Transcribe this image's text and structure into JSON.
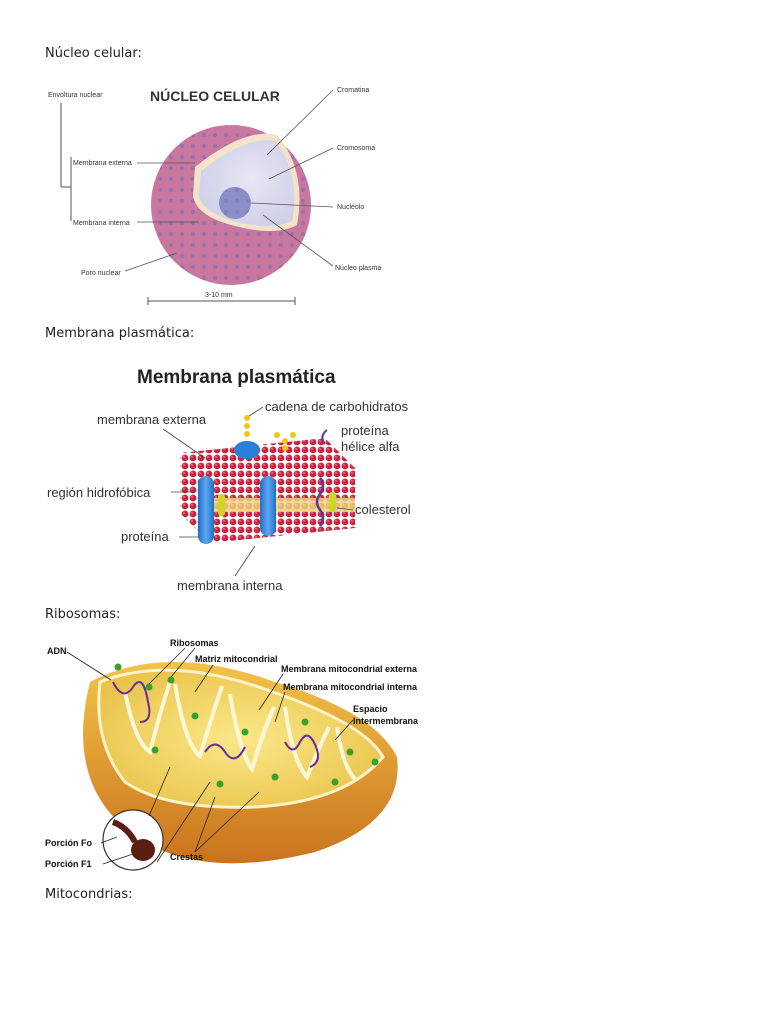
{
  "sections": [
    {
      "heading": "Núcleo celular:"
    },
    {
      "heading": "Membrana plasmática:"
    },
    {
      "heading": "Ribosomas:"
    },
    {
      "heading": "Mitocondrias:"
    }
  ],
  "nucleus": {
    "title": "NÚCLEO CELULAR",
    "labels": {
      "envoltura": "Envoltura nuclear",
      "externa": "Membrana externa",
      "interna": "Membrana interna",
      "poro": "Poro nuclear",
      "cromatina": "Cromatina",
      "cromosoma": "Cromosoma",
      "nucleolo": "Nucléolo",
      "plasma": "Núcleo plasma",
      "scale": "3-10 mm"
    }
  },
  "membrane": {
    "title": "Membrana plasmática",
    "labels": {
      "externa": "membrana externa",
      "carbohidratos": "cadena de carbohidratos",
      "proteina_helice_1": "proteína",
      "proteina_helice_2": "hélice alfa",
      "hidrofobica": "región hidrofóbica",
      "colesterol": "colesterol",
      "proteina": "proteína",
      "interna": "membrana interna"
    }
  },
  "mito": {
    "labels": {
      "adn": "ADN",
      "ribosomas": "Ribosomas",
      "matriz": "Matriz mitocondrial",
      "externa": "Membrana mitocondrial externa",
      "interna": "Membrana mitocondrial interna",
      "espacio_1": "Espacio",
      "espacio_2": "Intermembrana",
      "fo": "Porción Fo",
      "f1": "Porción F1",
      "crestas": "Crestas"
    }
  }
}
